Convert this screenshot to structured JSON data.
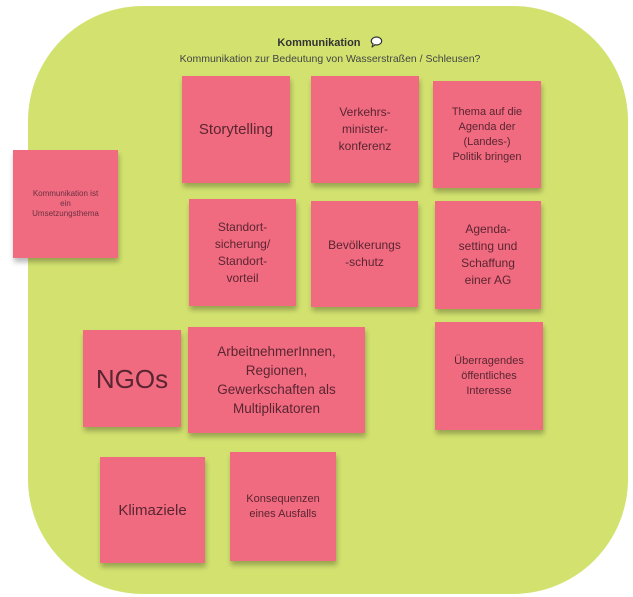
{
  "frame": {
    "title": "Kommunikation",
    "subtitle": "Kommunikation zur Bedeutung von Wasserstraßen / Schleusen?",
    "title_icon": "comment-icon",
    "colors": {
      "background": "#d3e26f",
      "sticky": "#f06b80",
      "text": "#5a2531"
    }
  },
  "notes": {
    "outside": "Kommunikation ist\nein\nUmsetzungsthema",
    "storytelling": "Storytelling",
    "verkehrsminister": "Verkehrs-\nminister-\nkonferenz",
    "agenda_politik": "Thema auf die\nAgenda der\n(Landes-)\nPolitik bringen",
    "standort": "Standort-\nsicherung/\nStandort-\nvorteil",
    "bevoelkerung": "Bevölkerungs\n-schutz",
    "agenda_setting": "Agenda-\nsetting und\nSchaffung\neiner AG",
    "ngos": "NGOs",
    "arbeitnehmer": "ArbeitnehmerInnen,\nRegionen,\nGewerkschaften als\nMultiplikatoren",
    "interesse": "Überragendes\nöffentliches\nInteresse",
    "klimaziele": "Klimaziele",
    "konsequenzen": "Konsequenzen\neines Ausfalls"
  }
}
